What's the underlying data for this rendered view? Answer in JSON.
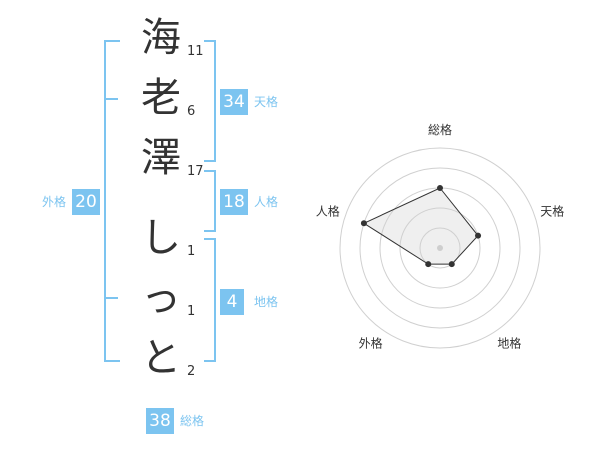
{
  "name": {
    "chars": [
      {
        "char": "海",
        "strokes": "11"
      },
      {
        "char": "老",
        "strokes": "6"
      },
      {
        "char": "澤",
        "strokes": "17"
      },
      {
        "char": "し",
        "strokes": "1"
      },
      {
        "char": "っ",
        "strokes": "1"
      },
      {
        "char": "と",
        "strokes": "2"
      }
    ]
  },
  "fortune": {
    "tenkaku": {
      "value": "34",
      "label": "天格"
    },
    "jinkaku": {
      "value": "18",
      "label": "人格"
    },
    "chikaku": {
      "value": "4",
      "label": "地格"
    },
    "gaikaku": {
      "value": "20",
      "label": "外格"
    },
    "soukaku": {
      "value": "38",
      "label": "総格"
    }
  },
  "colors": {
    "accent": "#7cc4f0",
    "text": "#333333"
  },
  "chart_data": {
    "type": "radar",
    "axes": [
      "総格",
      "天格",
      "地格",
      "外格",
      "人格"
    ],
    "values": [
      3,
      2,
      1,
      1,
      4
    ],
    "max": 5,
    "rings": 5,
    "grid": true
  }
}
